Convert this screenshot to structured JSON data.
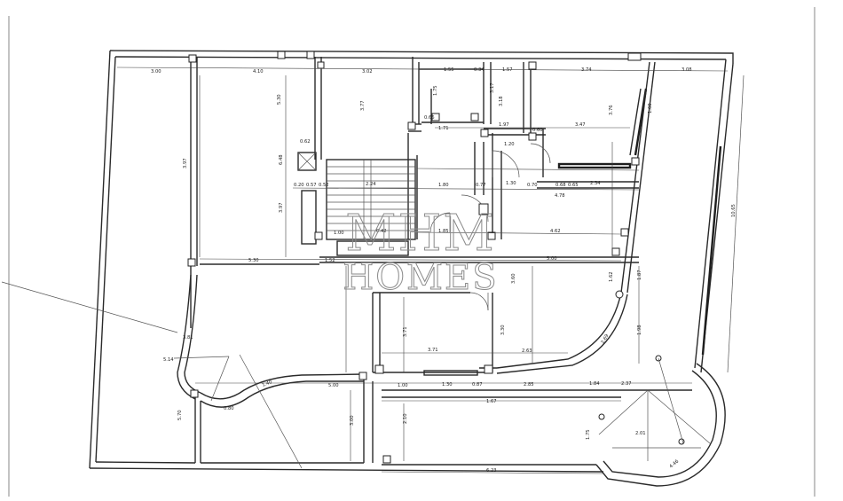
{
  "watermark": {
    "line1": "MHM",
    "line2": "HOMES"
  },
  "dimensions": [
    {
      "t": "3.00"
    },
    {
      "t": "4.10"
    },
    {
      "t": "3.02"
    },
    {
      "t": "1.55"
    },
    {
      "t": "0.34"
    },
    {
      "t": "1.57"
    },
    {
      "t": "3.74"
    },
    {
      "t": "3.08"
    },
    {
      "t": "5.30"
    },
    {
      "t": "3.77"
    },
    {
      "t": "1.75"
    },
    {
      "t": "3.17"
    },
    {
      "t": "3.18"
    },
    {
      "t": "3.76"
    },
    {
      "t": "1.60"
    },
    {
      "t": "3.47"
    },
    {
      "t": "0.60"
    },
    {
      "t": "0.66"
    },
    {
      "t": "1.71"
    },
    {
      "t": "1.97"
    },
    {
      "t": "1.20"
    },
    {
      "t": "0.77"
    },
    {
      "t": "1.80"
    },
    {
      "t": "1.30"
    },
    {
      "t": "0.70"
    },
    {
      "t": "0.68"
    },
    {
      "t": "0.65"
    },
    {
      "t": "2.34"
    },
    {
      "t": "4.78"
    },
    {
      "t": "0.20"
    },
    {
      "t": "0.57"
    },
    {
      "t": "0.52"
    },
    {
      "t": "2.24"
    },
    {
      "t": "3.97"
    },
    {
      "t": "1.00"
    },
    {
      "t": "0.42"
    },
    {
      "t": "1.85"
    },
    {
      "t": "4.62"
    },
    {
      "t": "5.30"
    },
    {
      "t": "1.52"
    },
    {
      "t": "5.00"
    },
    {
      "t": "3.97"
    },
    {
      "t": "3.60"
    },
    {
      "t": "1.62"
    },
    {
      "t": "1.87"
    },
    {
      "t": "1.98"
    },
    {
      "t": "3.71"
    },
    {
      "t": "3.30"
    },
    {
      "t": "2.69"
    },
    {
      "t": "3.71"
    },
    {
      "t": "2.63"
    },
    {
      "t": "1.30"
    },
    {
      "t": "0.87"
    },
    {
      "t": "2.85"
    },
    {
      "t": "1.84"
    },
    {
      "t": "2.37"
    },
    {
      "t": "1.67"
    },
    {
      "t": "5.00"
    },
    {
      "t": "1.00"
    },
    {
      "t": "2.10"
    },
    {
      "t": "3.00"
    },
    {
      "t": "2.01"
    },
    {
      "t": "1.75"
    },
    {
      "t": "6.23"
    },
    {
      "t": "4.46"
    },
    {
      "t": "10.65"
    },
    {
      "t": "3.81"
    },
    {
      "t": "5.14"
    },
    {
      "t": "0.80"
    },
    {
      "t": "5.70"
    },
    {
      "t": "1.40"
    },
    {
      "t": "0.62"
    },
    {
      "t": "6.48"
    }
  ]
}
